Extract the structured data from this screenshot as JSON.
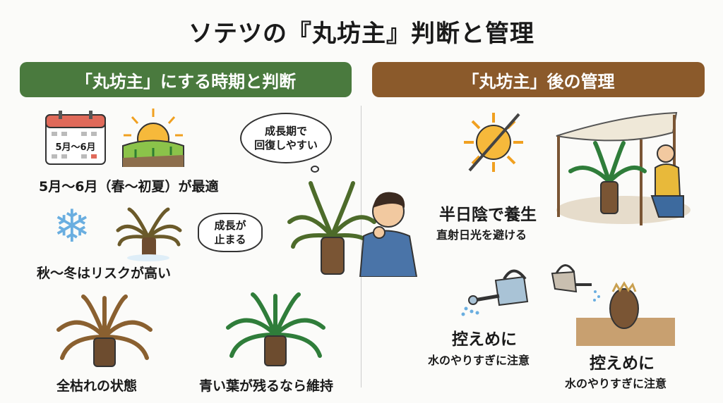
{
  "title": "ソテツの『丸坊主』判断と管理",
  "left": {
    "banner": "「丸坊主」にする時期と判断",
    "calendar_text": "5月～6月",
    "thought_line1": "成長期で",
    "thought_line2": "回復しやすい",
    "best_time": "5月～6月（春～初夏）が最適",
    "speech_line1": "成長が",
    "speech_line2": "止まる",
    "risk": "秋～冬はリスクが高い",
    "dead": "全枯れの状態",
    "keep": "青い葉が残るなら維持"
  },
  "right": {
    "banner": "「丸坊主」後の管理",
    "shade_title": "半日陰で養生",
    "shade_sub": "直射日光を避ける",
    "water1_title": "控えめに",
    "water1_sub": "水のやりすぎに注意",
    "water2_title": "控えめに",
    "water2_sub": "水のやりすぎに注意"
  },
  "colors": {
    "green": "#4a7a3e",
    "brown": "#8b5a2b"
  }
}
